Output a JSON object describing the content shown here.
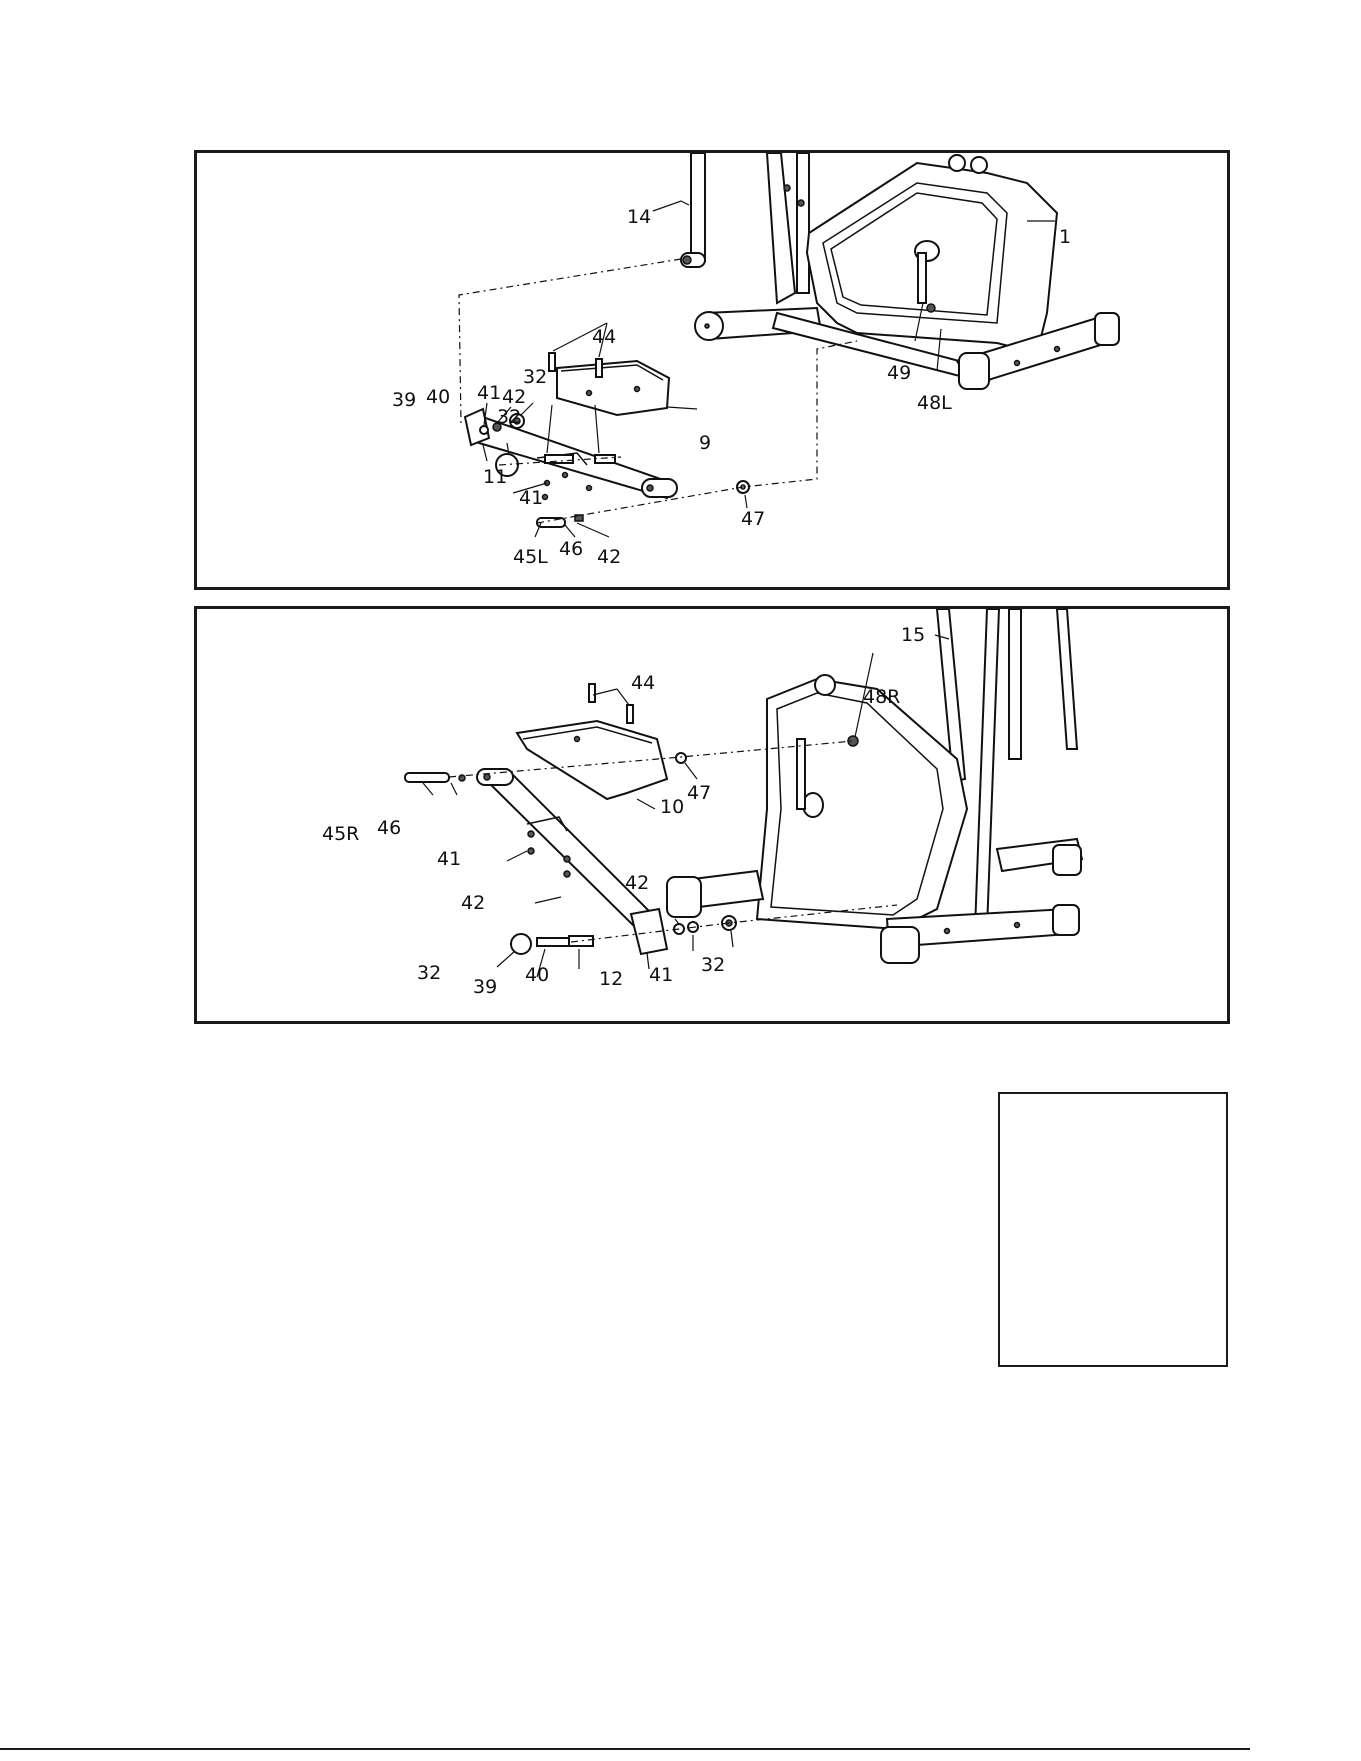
{
  "panels": {
    "top": {
      "labels": {
        "l14": "14",
        "l1": "1",
        "l44": "44",
        "l32a": "32",
        "l41a": "41",
        "l42a": "42",
        "l32b": "32",
        "l39": "39",
        "l40": "40",
        "l9": "9",
        "l11": "11",
        "l41b": "41",
        "l47": "47",
        "l49": "49",
        "l48L": "48L",
        "l45L": "45L",
        "l46": "46",
        "l42b": "42"
      }
    },
    "bottom": {
      "labels": {
        "l15": "15",
        "l44": "44",
        "l48R": "48R",
        "l47": "47",
        "l10": "10",
        "l45R": "45R",
        "l46": "46",
        "l41a": "41",
        "l42a": "42",
        "l42b": "42",
        "l32a": "32",
        "l39": "39",
        "l40": "40",
        "l12": "12",
        "l41b": "41",
        "l32b": "32"
      }
    }
  }
}
